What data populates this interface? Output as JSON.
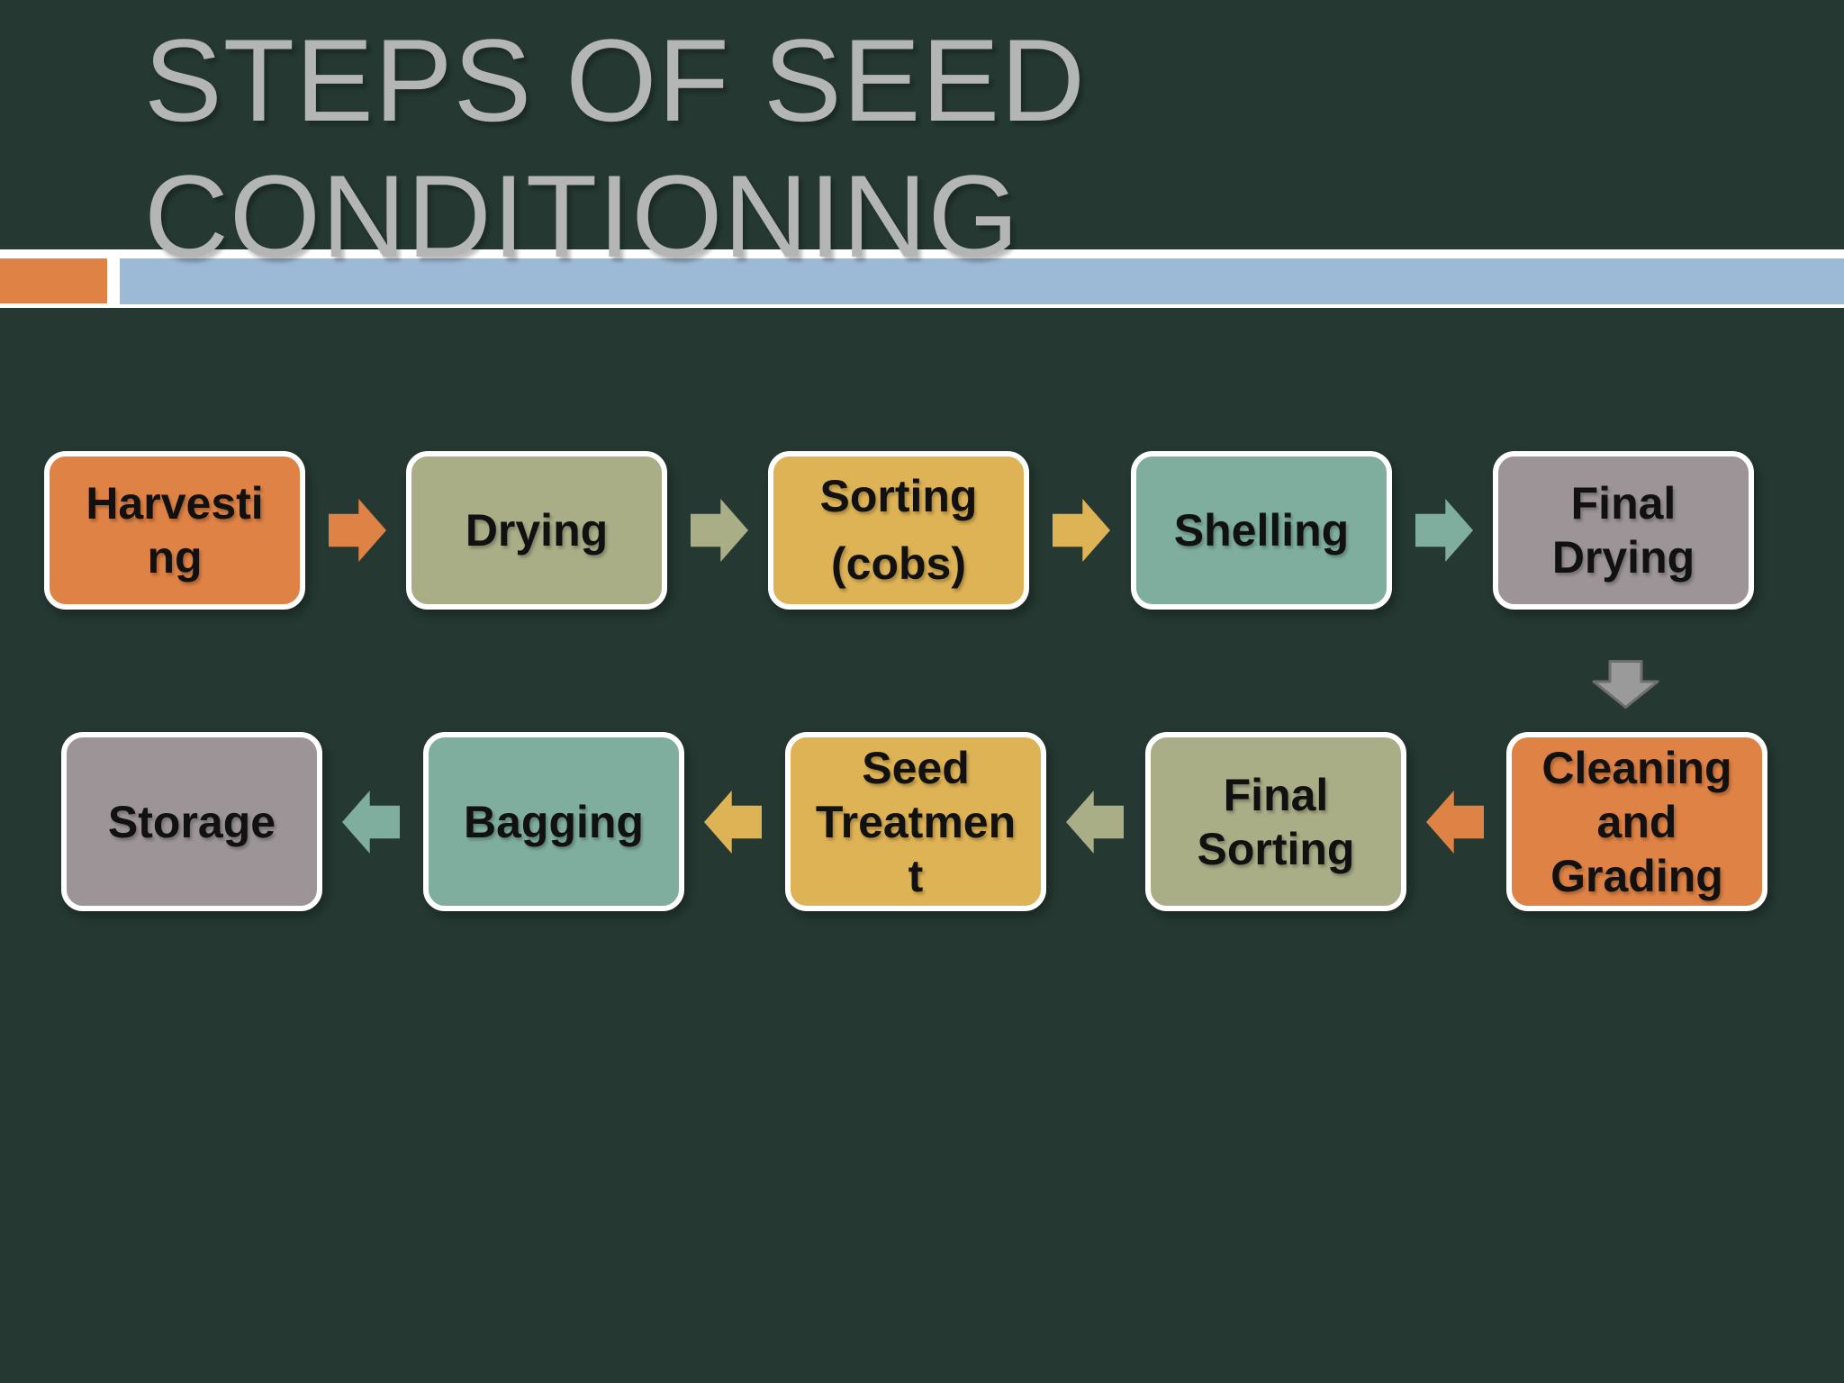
{
  "slide": {
    "title": "STEPS OF SEED\nCONDITIONING",
    "colors": {
      "background": "#253832",
      "title_text": "#B4B6B5",
      "band_white": "#FFFFFF",
      "band_orange": "#DF8245",
      "band_blue": "#9CB9D6",
      "box_border": "#FFFFFF",
      "box_text": "#111111",
      "step_orange": "#DF8245",
      "step_sage": "#A9AE87",
      "step_gold": "#DEB355",
      "step_teal": "#7FAE9F",
      "step_gray": "#9C9497",
      "down_arrow_gray": "#9A9A9A"
    }
  },
  "flowchart": {
    "row1": [
      {
        "id": "harvesting",
        "label": "Harvesti\nng",
        "color": "#DF8245"
      },
      {
        "id": "drying",
        "label": "Drying",
        "color": "#A9AE87"
      },
      {
        "id": "sorting-cobs",
        "label": "Sorting\n(cobs)",
        "color": "#DEB355"
      },
      {
        "id": "shelling",
        "label": "Shelling",
        "color": "#7FAE9F"
      },
      {
        "id": "final-drying",
        "label": "Final\nDrying",
        "color": "#9C9497"
      }
    ],
    "row1_arrows": [
      {
        "direction": "right",
        "color": "#DF8245"
      },
      {
        "direction": "right",
        "color": "#A9AE87"
      },
      {
        "direction": "right",
        "color": "#DEB355"
      },
      {
        "direction": "right",
        "color": "#7FAE9F"
      }
    ],
    "down_arrow": {
      "direction": "down",
      "color": "#9A9A9A"
    },
    "row2": [
      {
        "id": "storage",
        "label": "Storage",
        "color": "#9C9497"
      },
      {
        "id": "bagging",
        "label": "Bagging",
        "color": "#7FAE9F"
      },
      {
        "id": "seed-treatment",
        "label": "Seed\nTreatmen\nt",
        "color": "#DEB355"
      },
      {
        "id": "final-sorting",
        "label": "Final\nSorting",
        "color": "#A9AE87"
      },
      {
        "id": "cleaning-grading",
        "label": "Cleaning\nand\nGrading",
        "color": "#DF8245"
      }
    ],
    "row2_arrows": [
      {
        "direction": "left",
        "color": "#7FAE9F"
      },
      {
        "direction": "left",
        "color": "#DEB355"
      },
      {
        "direction": "left",
        "color": "#A9AE87"
      },
      {
        "direction": "left",
        "color": "#DF8245"
      }
    ]
  }
}
